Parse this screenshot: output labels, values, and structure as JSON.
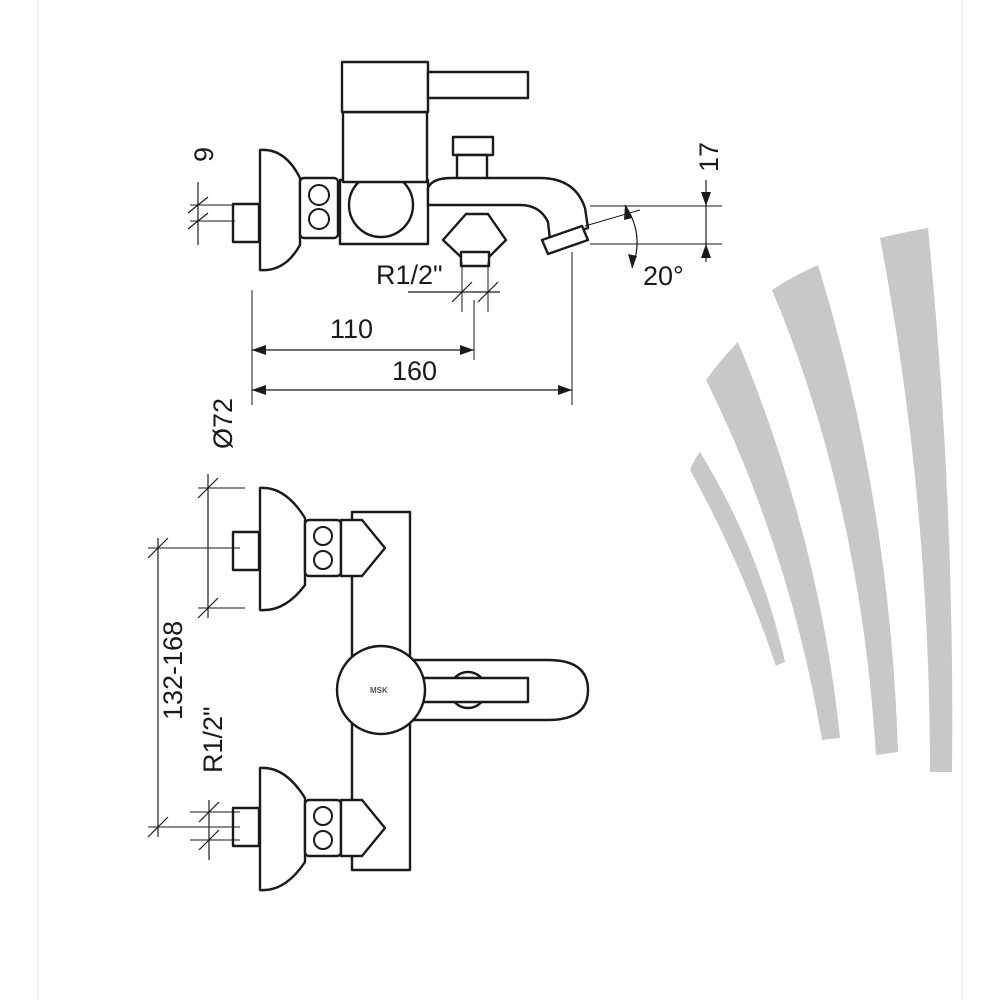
{
  "dimensions": {
    "nut_gap": "9",
    "thread_top": "R1/2\"",
    "length_110": "110",
    "length_160": "160",
    "outlet_drop": "17",
    "outlet_angle": "20°",
    "rosette_diameter": "Ø72",
    "centres_range": "132-168",
    "thread_side": "R1/2\""
  },
  "brand_mark": "MSK",
  "colors": {
    "line": "#1a1a1a",
    "logo_grey": "#c8c8c8"
  }
}
